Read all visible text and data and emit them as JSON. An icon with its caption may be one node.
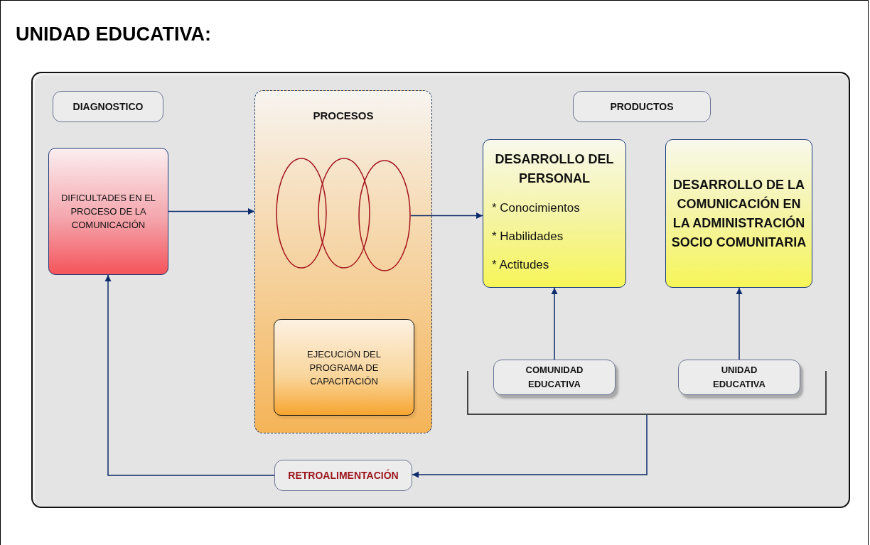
{
  "diagram": {
    "title": "UNIDAD EDUCATIVA:",
    "nodes": [
      {
        "text": [
          "DIAGNOSTICO"
        ]
      },
      {
        "text": [
          "DIFICULTADES EN EL PROCESO DE LA COMUNICACIÓN"
        ]
      },
      {
        "text": [
          "PROCESOS"
        ]
      },
      {
        "text": [],
        "shape": "circle",
        "in": 2
      },
      {
        "text": [],
        "shape": "circle",
        "in": 2
      },
      {
        "text": [],
        "shape": "circle",
        "in": 2
      },
      {
        "text": [
          "EJECUCIÓN DEL PROGRAMA DE CAPACITACIÓN"
        ],
        "in": 2
      },
      {
        "text": [
          "PRODUCTOS"
        ]
      },
      {
        "text": [
          "DESARROLLO DEL PERSONAL",
          "* Conocimientos",
          "* Habilidades",
          "* Actitudes"
        ]
      },
      {
        "text": [
          "DESARROLLO DE LA COMUNICACIÓN EN LA ADMINISTRACIÓN SOCIO COMUNITARIA"
        ]
      },
      {
        "text": [
          "COMUNIDAD EDUCATIVA"
        ]
      },
      {
        "text": [
          "UNIDAD EDUCATIVA"
        ]
      },
      {
        "text": [
          "RETROALIMENTACIÓN"
        ]
      },
      {
        "text": [],
        "shape": "bracket"
      }
    ],
    "edges": [
      {
        "from": 1,
        "to": 2,
        "arrow": "to"
      },
      {
        "from": 5,
        "to": 8,
        "arrow": "to"
      },
      {
        "from": 10,
        "to": 8,
        "arrow": "to"
      },
      {
        "from": 11,
        "to": 9,
        "arrow": "to"
      },
      {
        "from": 13,
        "to": 12,
        "arrow": "to"
      },
      {
        "from": 12,
        "to": 1,
        "arrow": "to"
      }
    ]
  }
}
